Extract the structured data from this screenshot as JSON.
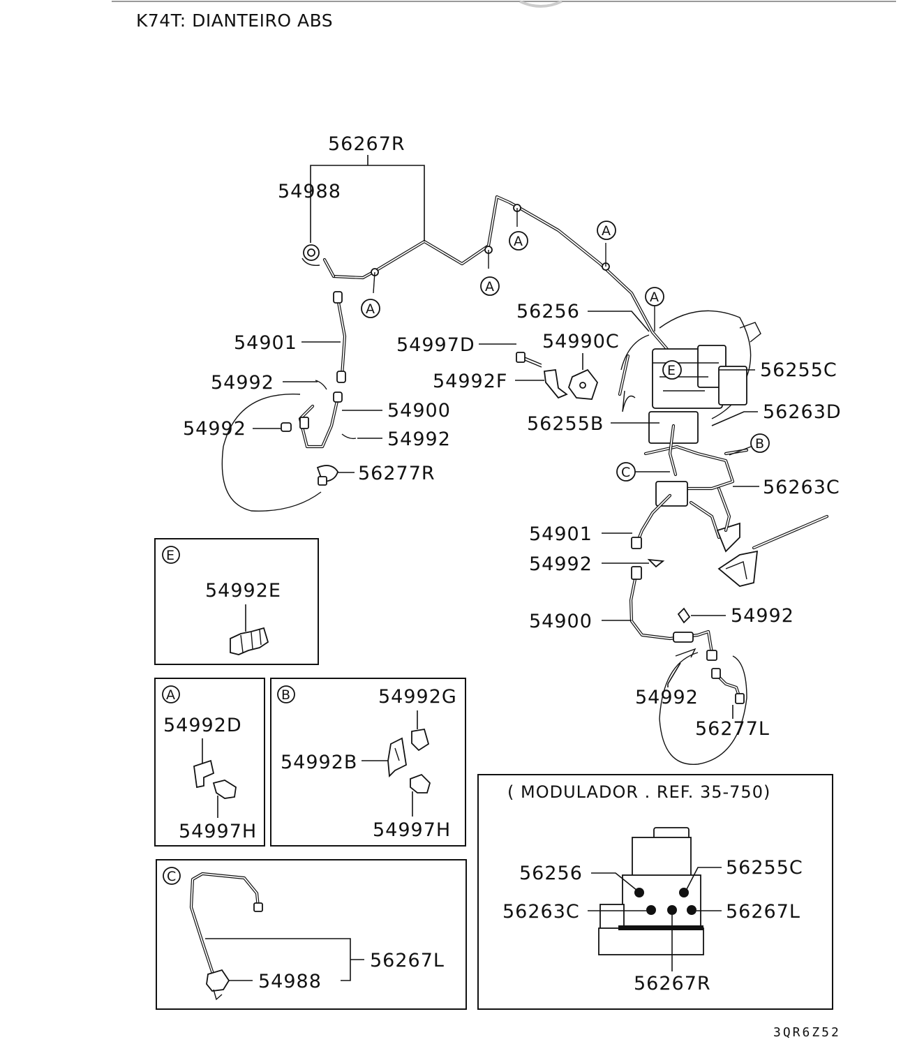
{
  "title": "K74T: DIANTEIRO ABS",
  "code": "3QR6Z52",
  "callout_letters": {
    "a": "A",
    "b": "B",
    "c": "C",
    "e": "E"
  },
  "labels": {
    "p56267R": "56267R",
    "p54988": "54988",
    "p54901a": "54901",
    "p54992a": "54992",
    "p54992b": "54992",
    "p54900a": "54900",
    "p54992c": "54992",
    "p56277R": "56277R",
    "p56256": "56256",
    "p54997D": "54997D",
    "p54990C": "54990C",
    "p54992F": "54992F",
    "p56255C": "56255C",
    "p56255B": "56255B",
    "p56263D": "56263D",
    "p56263C": "56263C",
    "p54901b": "54901",
    "p54992d": "54992",
    "p54900b": "54900",
    "p54992e": "54992",
    "p54992f": "54992",
    "p56277L": "56277L"
  },
  "detail_e": {
    "part": "54992E"
  },
  "detail_a": {
    "part1": "54992D",
    "part2": "54997H"
  },
  "detail_b": {
    "part1": "54992G",
    "part2": "54992B",
    "part3": "54997H"
  },
  "detail_c": {
    "part1": "56267L",
    "part2": "54988"
  },
  "modulator": {
    "heading": "( MODULADOR  . REF. 35-750)",
    "p56256": "56256",
    "p56255C": "56255C",
    "p56263C": "56263C",
    "p56267L": "56267L",
    "p56267R": "56267R"
  }
}
